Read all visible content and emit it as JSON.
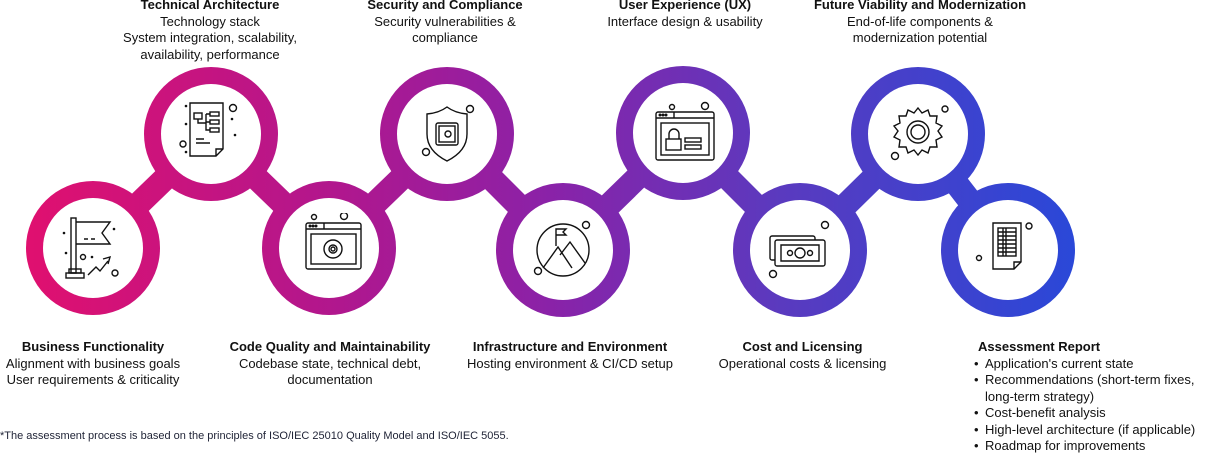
{
  "colors": {
    "gradient_start": "#e0106f",
    "gradient_mid": "#8a22a8",
    "gradient_end": "#2a48d8",
    "text": "#111111",
    "footnote": "#1e2235"
  },
  "steps": [
    {
      "id": "business",
      "icon": "flag-growth-icon",
      "title": "Business Functionality",
      "lines": [
        "Alignment with business goals",
        "User requirements & criticality"
      ],
      "position": "bottom"
    },
    {
      "id": "technical",
      "icon": "document-flowchart-icon",
      "title": "Technical Architecture",
      "lines": [
        "Technology stack",
        "System integration, scalability,",
        "availability, performance"
      ],
      "position": "top"
    },
    {
      "id": "code",
      "icon": "browser-gear-icon",
      "title": "Code Quality and Maintainability",
      "lines": [
        "Codebase state, technical debt,",
        "documentation"
      ],
      "position": "bottom"
    },
    {
      "id": "security",
      "icon": "shield-safe-icon",
      "title": "Security and Compliance",
      "lines": [
        "Security vulnerabilities &",
        "compliance"
      ],
      "position": "top"
    },
    {
      "id": "infrastructure",
      "icon": "mountain-flag-icon",
      "title": "Infrastructure and Environment",
      "lines": [
        "Hosting environment & CI/CD setup"
      ],
      "position": "bottom"
    },
    {
      "id": "ux",
      "icon": "browser-lock-icon",
      "title": "User Experience (UX)",
      "lines": [
        "Interface design & usability"
      ],
      "position": "top"
    },
    {
      "id": "cost",
      "icon": "money-bills-icon",
      "title": "Cost and Licensing",
      "lines": [
        "Operational costs & licensing"
      ],
      "position": "bottom"
    },
    {
      "id": "future",
      "icon": "gear-icon",
      "title": "Future Viability and Modernization",
      "lines": [
        "End-of-life components &",
        "modernization potential"
      ],
      "position": "top"
    }
  ],
  "report": {
    "icon": "spreadsheet-document-icon",
    "title": "Assessment Report",
    "items": [
      "Application's current state",
      "Recommendations (short-term fixes,",
      "long-term strategy)",
      "Cost-benefit analysis",
      "High-level architecture (if applicable)",
      "Roadmap for improvements"
    ]
  },
  "footnote": "*The assessment process is based on the principles of ISO/IEC 25010 Quality Model and ISO/IEC 5055."
}
